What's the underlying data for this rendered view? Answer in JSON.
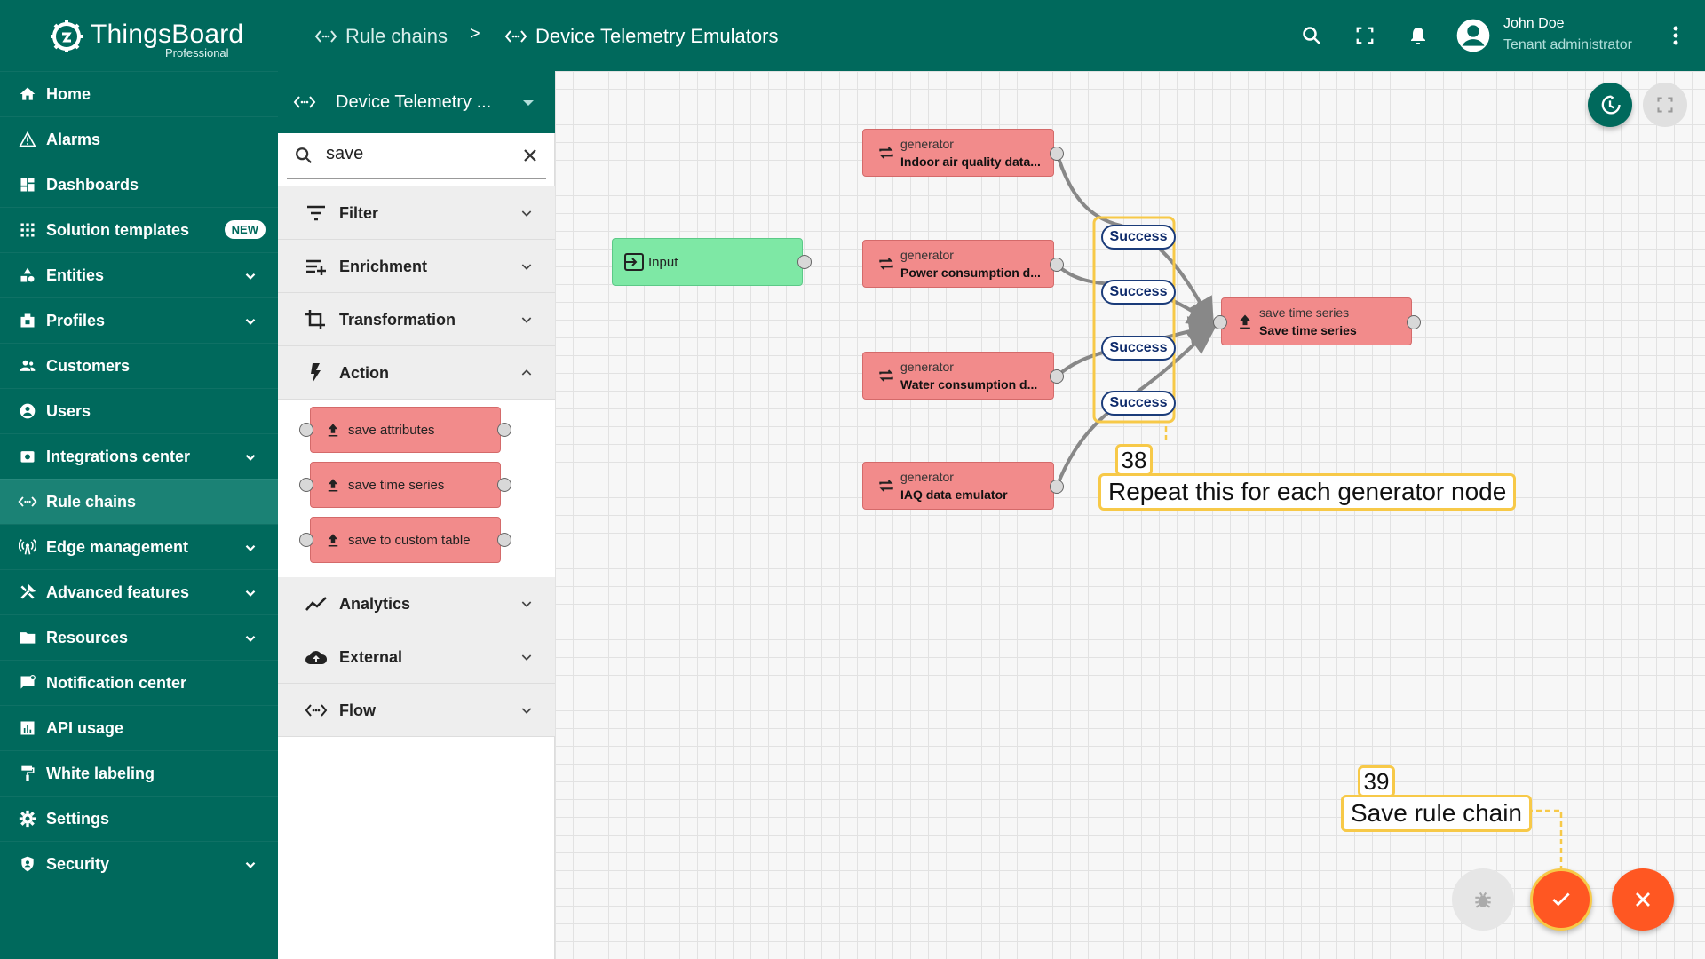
{
  "app": {
    "brand": "ThingsBoard",
    "edition": "Professional"
  },
  "breadcrumb": {
    "parent": "Rule chains",
    "separator": ">",
    "current": "Device Telemetry Emulators"
  },
  "user": {
    "name": "John Doe",
    "role": "Tenant administrator"
  },
  "sidebar": {
    "items": [
      {
        "label": "Home",
        "icon": "home-icon"
      },
      {
        "label": "Alarms",
        "icon": "alarm-triangle-icon"
      },
      {
        "label": "Dashboards",
        "icon": "dashboard-icon"
      },
      {
        "label": "Solution templates",
        "icon": "apps-grid-icon",
        "badge": "NEW"
      },
      {
        "label": "Entities",
        "icon": "entities-icon",
        "expandable": true
      },
      {
        "label": "Profiles",
        "icon": "profiles-icon",
        "expandable": true
      },
      {
        "label": "Customers",
        "icon": "customers-icon"
      },
      {
        "label": "Users",
        "icon": "user-icon"
      },
      {
        "label": "Integrations center",
        "icon": "integrations-icon",
        "expandable": true
      },
      {
        "label": "Rule chains",
        "icon": "rule-chain-icon",
        "active": true
      },
      {
        "label": "Edge management",
        "icon": "edge-icon",
        "expandable": true
      },
      {
        "label": "Advanced features",
        "icon": "tools-icon",
        "expandable": true
      },
      {
        "label": "Resources",
        "icon": "folder-icon",
        "expandable": true
      },
      {
        "label": "Notification center",
        "icon": "notification-icon"
      },
      {
        "label": "API usage",
        "icon": "chart-icon"
      },
      {
        "label": "White labeling",
        "icon": "paint-roller-icon"
      },
      {
        "label": "Settings",
        "icon": "gear-icon"
      },
      {
        "label": "Security",
        "icon": "shield-icon",
        "expandable": true
      }
    ]
  },
  "library": {
    "title": "Device Telemetry ...",
    "search": {
      "value": "save"
    },
    "categories": {
      "filter": "Filter",
      "enrichment": "Enrichment",
      "transformation": "Transformation",
      "action": "Action",
      "analytics": "Analytics",
      "external": "External",
      "flow": "Flow"
    },
    "action_nodes": [
      "save attributes",
      "save time series",
      "save to custom table"
    ]
  },
  "canvas": {
    "input_node": "Input",
    "generators": [
      {
        "type": "generator",
        "name": "Indoor air quality data..."
      },
      {
        "type": "generator",
        "name": "Power consumption d..."
      },
      {
        "type": "generator",
        "name": "Water consumption d..."
      },
      {
        "type": "generator",
        "name": "IAQ data emulator"
      }
    ],
    "target_node": {
      "type": "save time series",
      "name": "Save time series"
    },
    "link_labels": [
      "Success",
      "Success",
      "Success",
      "Success"
    ],
    "callouts": [
      {
        "number": "38",
        "text": "Repeat this for each generator node"
      },
      {
        "number": "39",
        "text": "Save rule chain"
      }
    ]
  },
  "colors": {
    "primary": "#00695c",
    "node_action": "#f28b8b",
    "node_input": "#7ee8a5",
    "fab_accent": "#ff5722",
    "callout": "#f7c948"
  }
}
